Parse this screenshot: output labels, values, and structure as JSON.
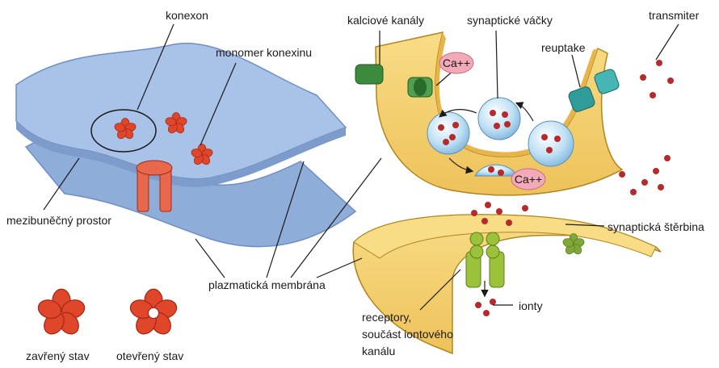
{
  "labels": {
    "konexon": "konexon",
    "monomer_konexinu": "monomer konexinu",
    "mezibunecny_prostor": "mezibuněčný prostor",
    "zavreny_stav": "zavřený stav",
    "otevreny_stav": "otevřený stav",
    "plazmaticka_membrana": "plazmatická membrána",
    "kalciove_kanaly": "kalciové kanály",
    "synapticke_vacky": "synaptické váčky",
    "transmiter": "transmiter",
    "reuptake": "reuptake",
    "synapticka_sterbina": "synaptická štěrbina",
    "ionty": "ionty",
    "receptory_line1": "receptory,",
    "receptory_line2": "součást iontového",
    "receptory_line3": "kanálu",
    "ca_upper": "Ca++",
    "ca_lower": "Ca++"
  },
  "colors": {
    "membrane_blue": "#a9c2e8",
    "membrane_blue_edge": "#6f8fc4",
    "connexin_red": "#e0472a",
    "neuron_yellow": "#f5cf6a",
    "neuron_yellow_dark": "#d9a93c",
    "vesicle_blue": "#bfe0f4",
    "transmitter_red": "#b52a2a",
    "channel_green": "#3c8a3c",
    "channel_teal": "#2f9c9a",
    "receptor_green": "#9cc23c",
    "ca_pink": "#f2a9b8"
  }
}
